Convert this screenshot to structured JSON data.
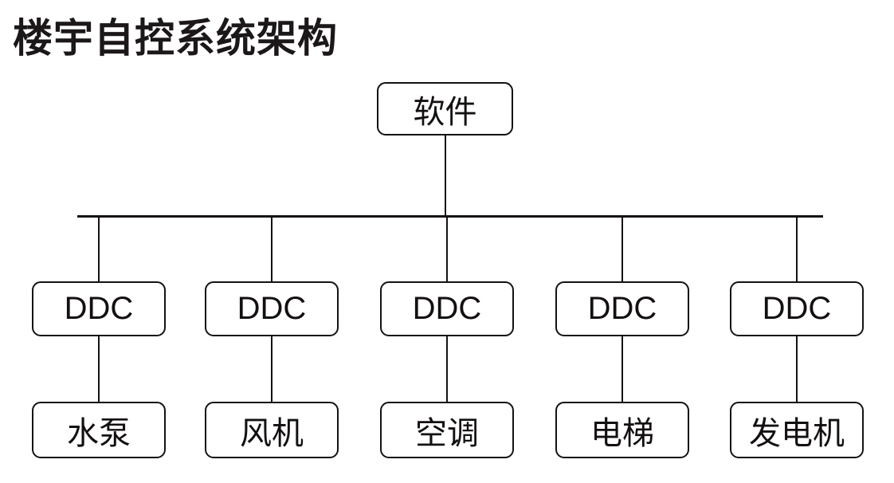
{
  "title": "楼宇自控系统架构",
  "diagram": {
    "root": {
      "label": "软件"
    },
    "columns": [
      {
        "controller": "DDC",
        "device": "水泵"
      },
      {
        "controller": "DDC",
        "device": "风机"
      },
      {
        "controller": "DDC",
        "device": "空调"
      },
      {
        "controller": "DDC",
        "device": "电梯"
      },
      {
        "controller": "DDC",
        "device": "发电机"
      }
    ],
    "colors": {
      "line": "#161213",
      "text": "#141011",
      "background": "#ffffff"
    }
  }
}
